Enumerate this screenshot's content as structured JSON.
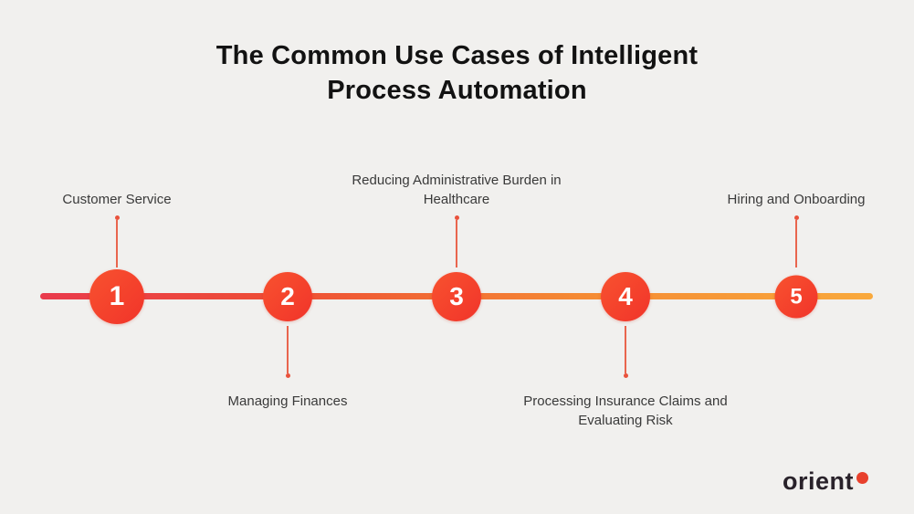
{
  "title": {
    "line1": "The Common Use Cases of Intelligent",
    "line2": "Process Automation"
  },
  "timeline": {
    "items": [
      {
        "number": "1",
        "label": "Customer Service",
        "position": "above"
      },
      {
        "number": "2",
        "label": "Managing Finances",
        "position": "below"
      },
      {
        "number": "3",
        "label": "Reducing Administrative Burden in Healthcare",
        "position": "above"
      },
      {
        "number": "4",
        "label": "Processing Insurance Claims and Evaluating Risk",
        "position": "below"
      },
      {
        "number": "5",
        "label": "Hiring and Onboarding",
        "position": "above"
      }
    ]
  },
  "logo": {
    "text": "orient"
  },
  "colors": {
    "background": "#f1f0ee",
    "line_gradient_start": "#e93a4c",
    "line_gradient_end": "#f9a93c",
    "circle_red": "#f1342a",
    "connector_red": "#e9654e",
    "title_text": "#121212",
    "label_text": "#3a3a3a",
    "logo_dot": "#e8402c"
  }
}
